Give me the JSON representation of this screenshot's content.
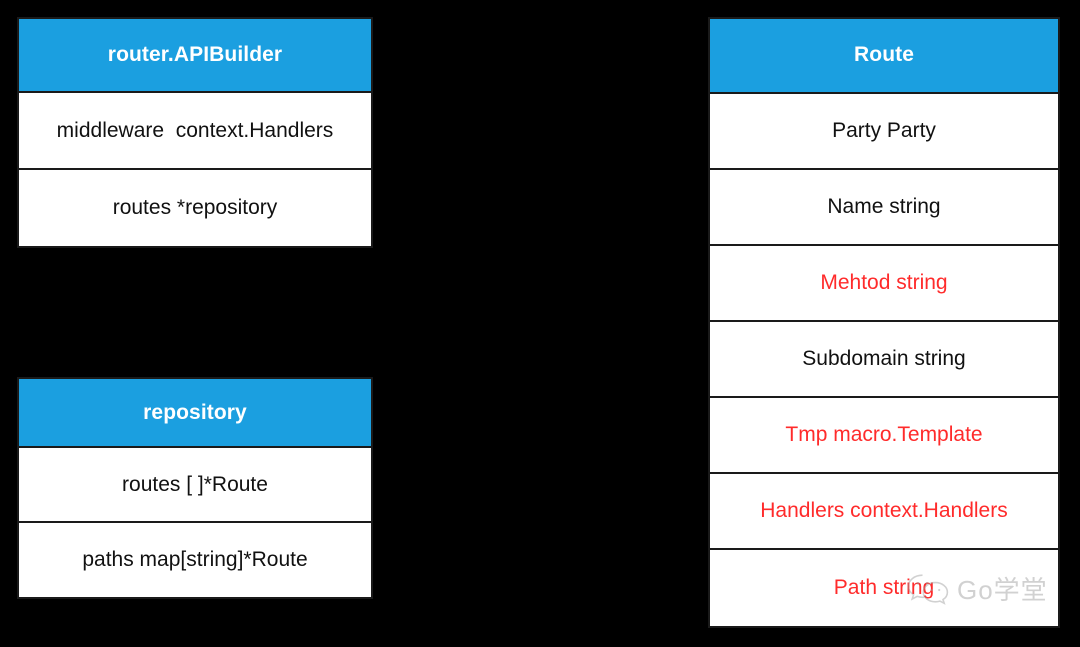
{
  "diagram": {
    "background_color": "#000000",
    "header_color": "#1b9fe0",
    "accent_color": "#ff2b2b",
    "text_color": "#111111",
    "boxes": [
      {
        "id": "router-apibuilder",
        "title": "router.APIBuilder",
        "fields": [
          {
            "text": "middleware  context.Handlers",
            "highlighted": false
          },
          {
            "text": "routes *repository",
            "highlighted": false
          }
        ]
      },
      {
        "id": "repository",
        "title": "repository",
        "fields": [
          {
            "text": "routes [ ]*Route",
            "highlighted": false
          },
          {
            "text": "paths map[string]*Route",
            "highlighted": false
          }
        ]
      },
      {
        "id": "route",
        "title": "Route",
        "fields": [
          {
            "text": "Party Party",
            "highlighted": false
          },
          {
            "text": "Name string",
            "highlighted": false
          },
          {
            "text": "Mehtod string",
            "highlighted": true
          },
          {
            "text": "Subdomain string",
            "highlighted": false
          },
          {
            "text": "Tmp macro.Template",
            "highlighted": true
          },
          {
            "text": "Handlers context.Handlers",
            "highlighted": true
          },
          {
            "text": "Path string",
            "highlighted": true
          }
        ]
      }
    ]
  },
  "watermark": {
    "icon": "wechat-icon",
    "text": "Go学堂"
  }
}
